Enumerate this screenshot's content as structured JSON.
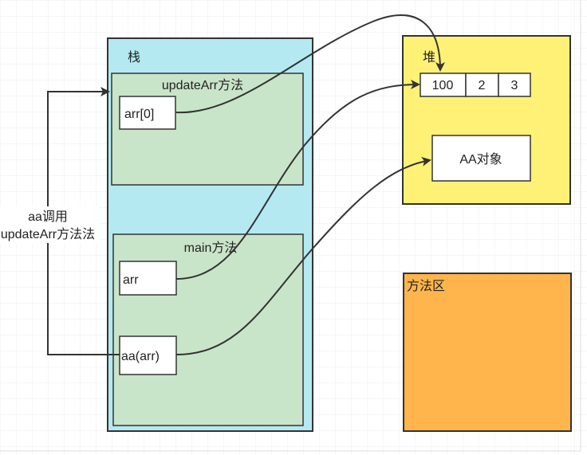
{
  "stack": {
    "label": "栈",
    "fill": "#b4e9f2",
    "frames": {
      "update_arr": {
        "label": "updateArr方法",
        "vars": {
          "arr0": "arr[0]"
        }
      },
      "main": {
        "label": "main方法",
        "vars": {
          "arr": "arr",
          "aa_call": "aa(arr)"
        }
      }
    }
  },
  "heap": {
    "label": "堆",
    "fill": "#fff176",
    "array": [
      "100",
      "2",
      "3"
    ],
    "object": "AA对象"
  },
  "method_area": {
    "label": "方法区",
    "fill": "#ffb54c"
  },
  "call_edge": {
    "label_line1": "aa调用",
    "label_line2": "updateArr方法法"
  },
  "colors": {
    "frame_fill": "#c9e5c9",
    "cell_fill": "#ffffff",
    "stroke": "#333333"
  }
}
